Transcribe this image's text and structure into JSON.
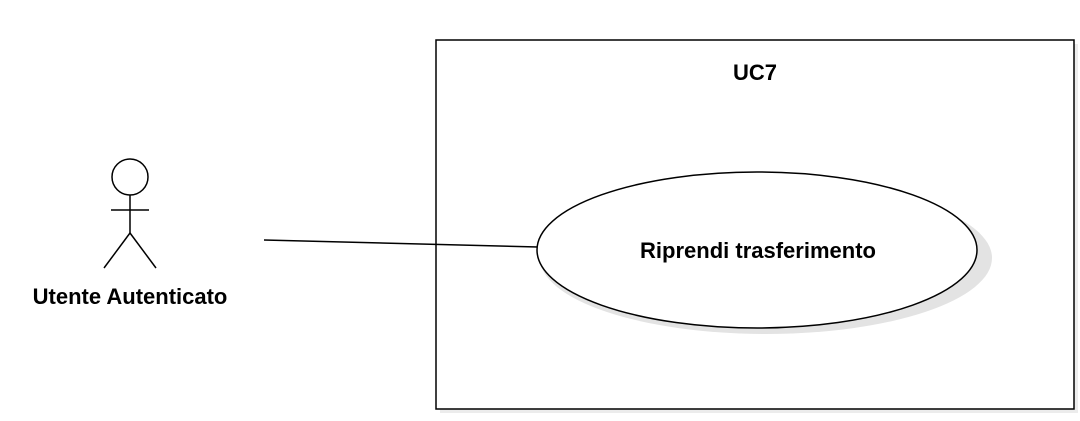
{
  "diagram": {
    "type": "use-case",
    "system_boundary": {
      "title": "UC7"
    },
    "actor": {
      "name": "Utente Autenticato"
    },
    "use_case": {
      "name": "Riprendi trasferimento"
    },
    "colors": {
      "stroke": "#000000",
      "fill": "#ffffff",
      "shadow": "#e6e6e6"
    }
  }
}
